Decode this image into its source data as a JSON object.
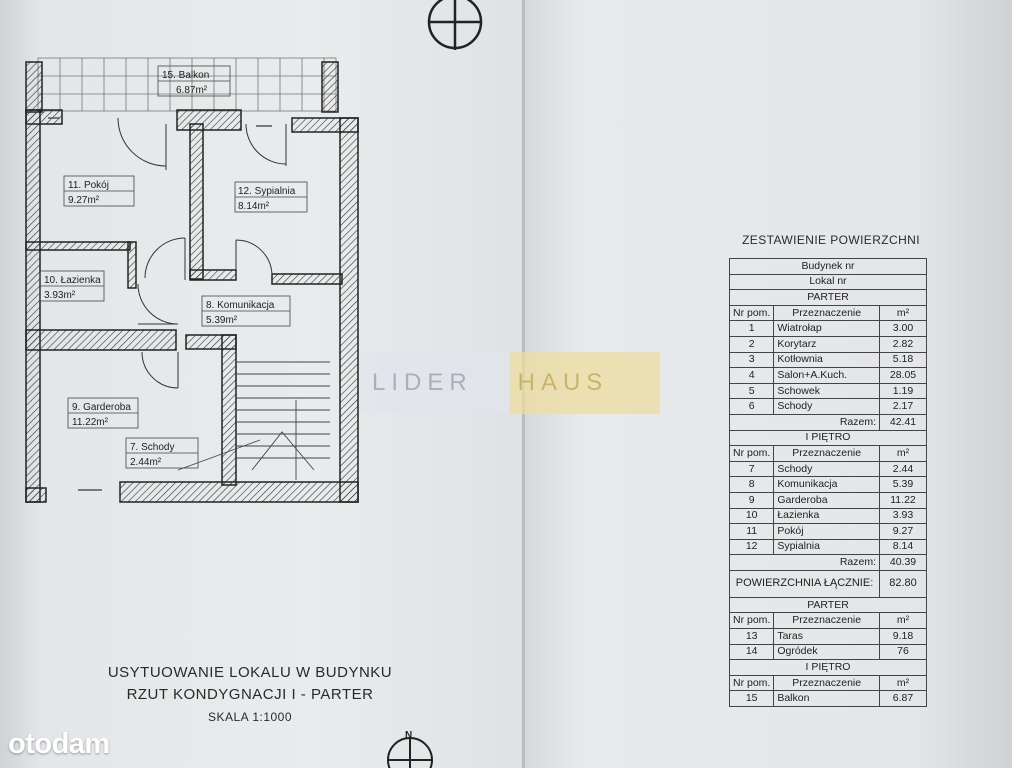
{
  "plan": {
    "rooms": [
      {
        "name": "15. Balkon",
        "area": "6.87m²"
      },
      {
        "name": "11. Pokój",
        "area": "9.27m²"
      },
      {
        "name": "12. Sypialnia",
        "area": "8.14m²"
      },
      {
        "name": "10. Łazienka",
        "area": "3.93m²"
      },
      {
        "name": "8. Komunikacja",
        "area": "5.39m²"
      },
      {
        "name": "9. Garderoba",
        "area": "11.22m²"
      },
      {
        "name": "7. Schody",
        "area": "2.44m²"
      }
    ],
    "compass_label": "N"
  },
  "title": {
    "line1": "USYTUOWANIE LOKALU W BUDYNKU",
    "line2": "RZUT KONDYGNACJI I - PARTER",
    "scale": "SKALA 1:1000"
  },
  "summary": {
    "heading": "ZESTAWIENIE POWIERZCHNI",
    "building": "Budynek nr",
    "unit": "Lokal nr",
    "col_nr": "Nr pom.",
    "col_purpose": "Przeznaczenie",
    "col_unit": "m²",
    "sections": [
      {
        "name": "PARTER",
        "rows": [
          {
            "nr": "1",
            "purpose": "Wiatrołap",
            "area": "3.00"
          },
          {
            "nr": "2",
            "purpose": "Korytarz",
            "area": "2.82"
          },
          {
            "nr": "3",
            "purpose": "Kotłownia",
            "area": "5.18"
          },
          {
            "nr": "4",
            "purpose": "Salon+A.Kuch.",
            "area": "28.05"
          },
          {
            "nr": "5",
            "purpose": "Schowek",
            "area": "1.19"
          },
          {
            "nr": "6",
            "purpose": "Schody",
            "area": "2.17"
          }
        ],
        "total_label": "Razem:",
        "total": "42.41"
      },
      {
        "name": "I PIĘTRO",
        "rows": [
          {
            "nr": "7",
            "purpose": "Schody",
            "area": "2.44"
          },
          {
            "nr": "8",
            "purpose": "Komunikacja",
            "area": "5.39"
          },
          {
            "nr": "9",
            "purpose": "Garderoba",
            "area": "11.22"
          },
          {
            "nr": "10",
            "purpose": "Łazienka",
            "area": "3.93"
          },
          {
            "nr": "11",
            "purpose": "Pokój",
            "area": "9.27"
          },
          {
            "nr": "12",
            "purpose": "Sypialnia",
            "area": "8.14"
          }
        ],
        "total_label": "Razem:",
        "total": "40.39"
      }
    ],
    "grand_total_label": "POWIERZCHNIA ŁĄCZNIE:",
    "grand_total": "82.80",
    "extras": [
      {
        "name": "PARTER",
        "rows": [
          {
            "nr": "13",
            "purpose": "Taras",
            "area": "9.18"
          },
          {
            "nr": "14",
            "purpose": "Ogródek",
            "area": "76"
          }
        ]
      },
      {
        "name": "I PIĘTRO",
        "rows": [
          {
            "nr": "15",
            "purpose": "Balkon",
            "area": "6.87"
          }
        ]
      }
    ]
  },
  "watermark": {
    "left": "LIDER",
    "right": "HAUS"
  },
  "brand": "otodam"
}
